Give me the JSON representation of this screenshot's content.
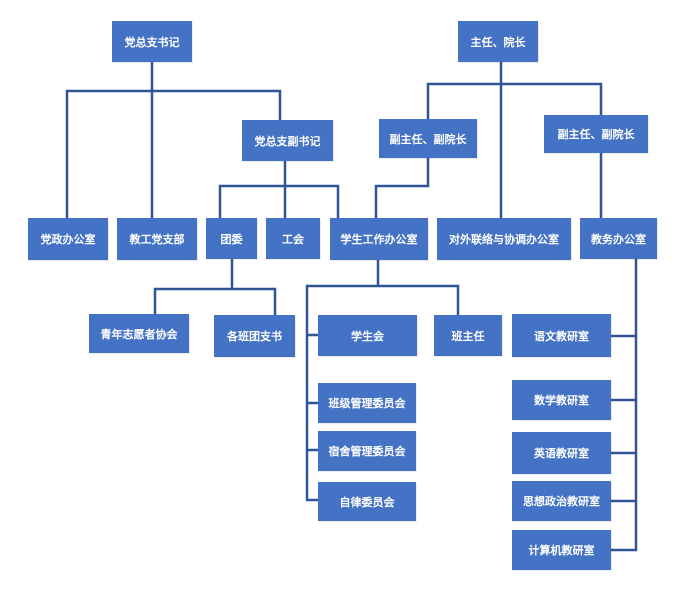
{
  "colors": {
    "box_fill": "#4472C4",
    "box_text": "#FFFFFF",
    "connector": "#2F5597"
  },
  "nodes": {
    "party_secretary": "党总支书记",
    "director_dean": "主任、院长",
    "deputy_party_secretary": "党总支副书记",
    "deputy_director_left": "副主任、副院长",
    "deputy_director_right": "副主任、副院长",
    "party_admin_office": "党政办公室",
    "staff_party_branch": "教工党支部",
    "youth_league": "团委",
    "trade_union": "工会",
    "student_affairs_office": "学生工作办公室",
    "external_liaison_office": "对外联络与协调办公室",
    "academic_affairs_office": "教务办公室",
    "youth_volunteer_association": "青年志愿者协会",
    "class_league_secretary": "各班团支书",
    "student_union": "学生会",
    "class_teacher": "班主任",
    "class_management_committee": "班级管理委员会",
    "dorm_management_committee": "宿舍管理委员会",
    "self_discipline_committee": "自律委员会",
    "chinese_teaching_office": "语文教研室",
    "math_teaching_office": "数学教研室",
    "english_teaching_office": "英语教研室",
    "politics_teaching_office": "思想政治教研室",
    "computer_teaching_office": "计算机教研室"
  }
}
